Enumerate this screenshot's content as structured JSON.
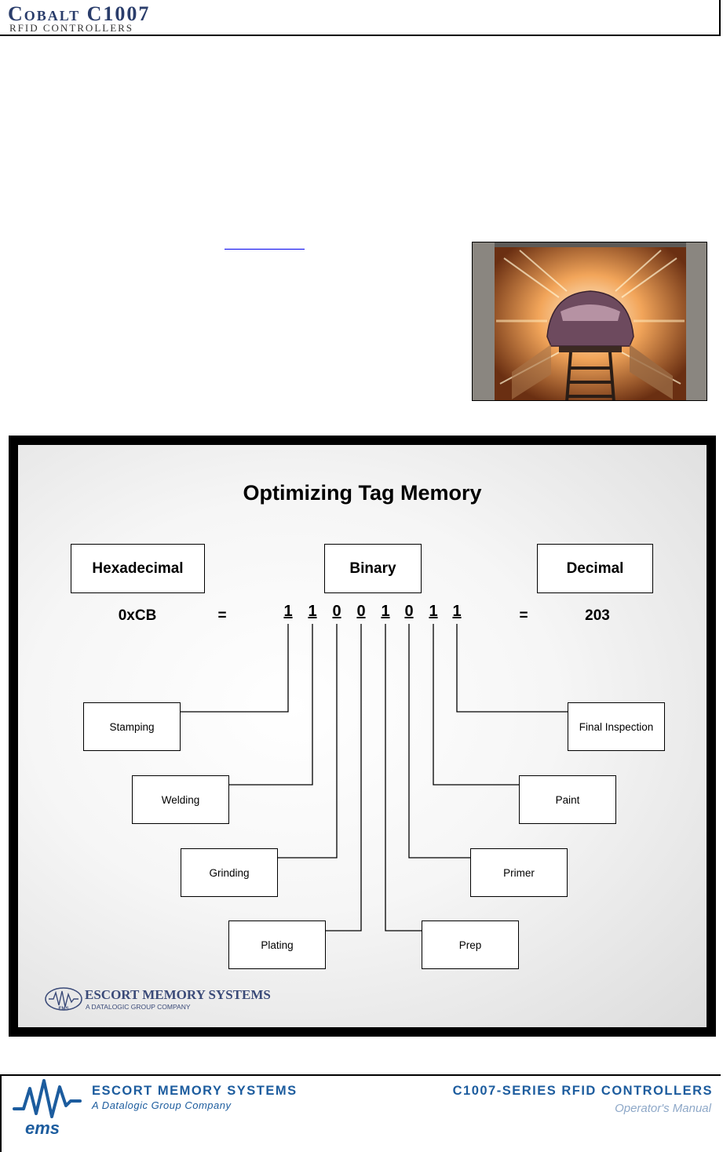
{
  "header": {
    "title": "Cobalt C1007",
    "subtitle": "RFID CONTROLLERS"
  },
  "figure": {
    "title": "Optimizing Tag Memory",
    "headers": {
      "hex": "Hexadecimal",
      "binary": "Binary",
      "decimal": "Decimal"
    },
    "values": {
      "hex": "0xCB",
      "eq1": "=",
      "eq2": "=",
      "decimal": "203"
    },
    "bits": [
      "1",
      "1",
      "0",
      "0",
      "1",
      "0",
      "1",
      "1"
    ],
    "stages_left": [
      "Stamping",
      "Welding",
      "Grinding",
      "Plating"
    ],
    "stages_right": [
      "Final Inspection",
      "Paint",
      "Primer",
      "Prep"
    ],
    "logo": {
      "name": "ESCORT MEMORY SYSTEMS",
      "tagline": "A DATALOGIC GROUP COMPANY",
      "mark": "EMS"
    }
  },
  "footer": {
    "company": "ESCORT MEMORY SYSTEMS",
    "tagline": "A Datalogic Group Company",
    "product": "C1007-SERIES RFID CONTROLLERS",
    "manual": "Operator's Manual",
    "logo": "ems"
  },
  "colors": {
    "brand_blue": "#1c5c9e",
    "header_navy": "#2a3d6b",
    "manual_grey_blue": "#8ea8c8"
  }
}
